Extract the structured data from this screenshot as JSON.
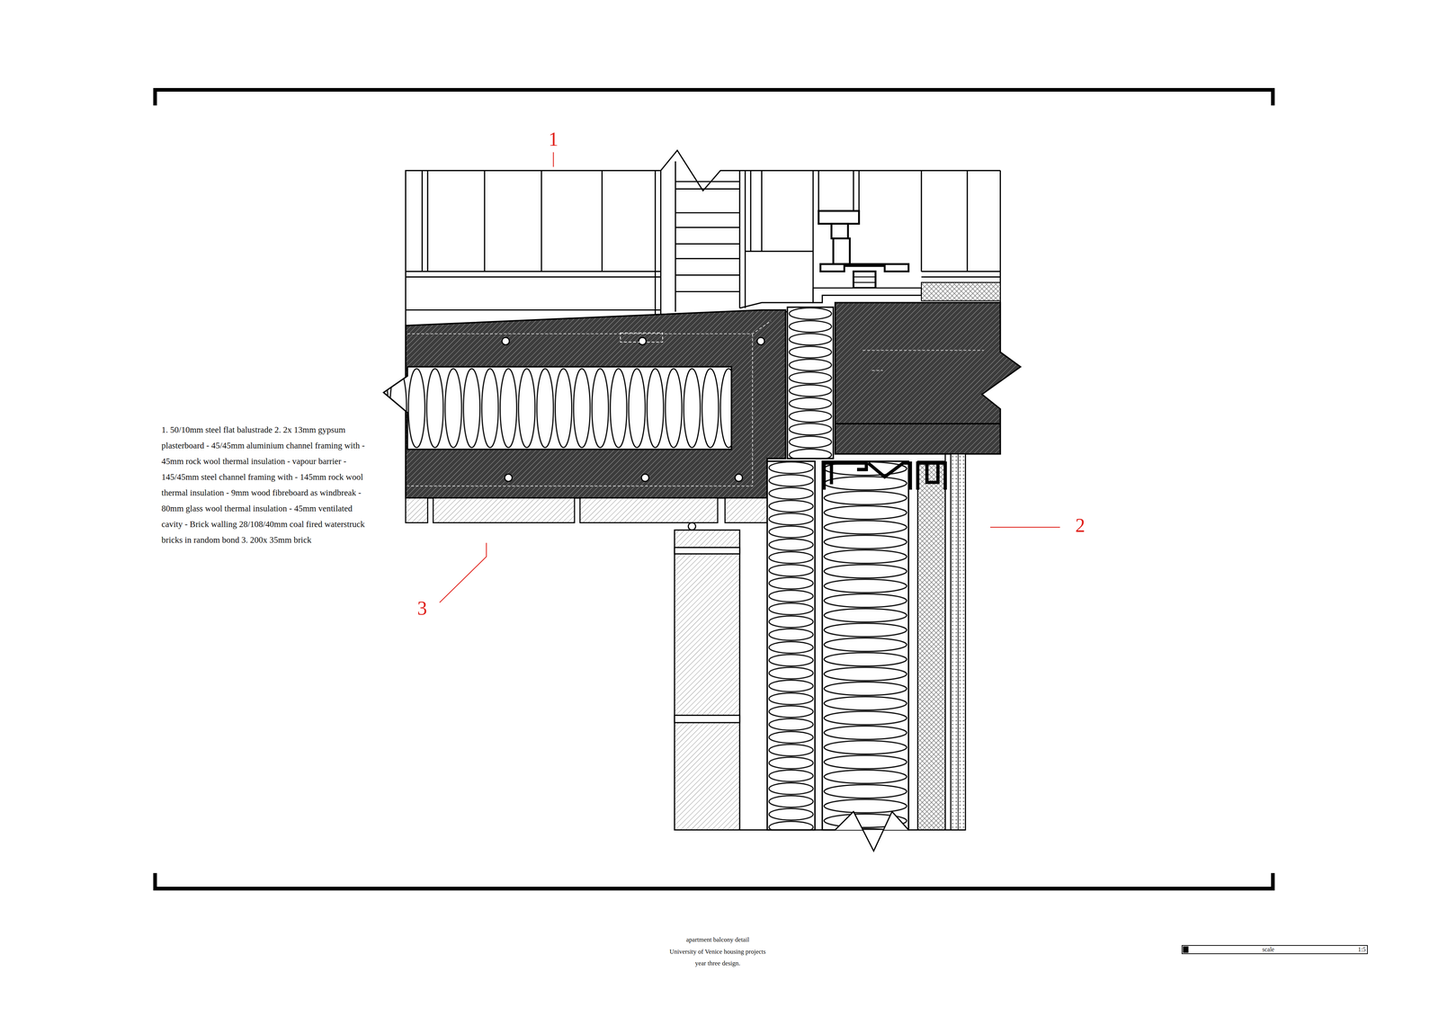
{
  "diagram": {
    "labels": [
      "1",
      "2",
      "3",
      "1. 50/10mm steel flat balustrade 2. 2x 13mm gypsum plasterboard - 45/45mm aluminium channel framing with - 45mm rock wool thermal insulation - vapour barrier - 145/45mm steel channel framing with - 145mm rock wool thermal insulation - 9mm wood fibreboard as windbreak - 80mm glass wool thermal insulation - 45mm ventilated cavity - Brick walling 28/108/40mm coal fired waterstruck bricks in random bond 3. 200x 35mm brick",
      "apartment balcony detail",
      "University of Venice housing projects",
      "year three design.",
      "scale",
      "1:5"
    ]
  }
}
